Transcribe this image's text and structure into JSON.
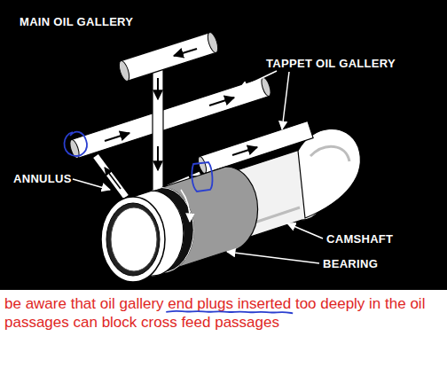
{
  "diagram": {
    "caption": "be aware that oil gallery end plugs inserted too deeply in the oil  passages can block cross feed passages",
    "labels": [
      "MAIN OIL GALLERY",
      "TAPPET OIL GALLERY",
      "ANNULUS",
      "CAMSHAFT",
      "BEARING"
    ]
  }
}
